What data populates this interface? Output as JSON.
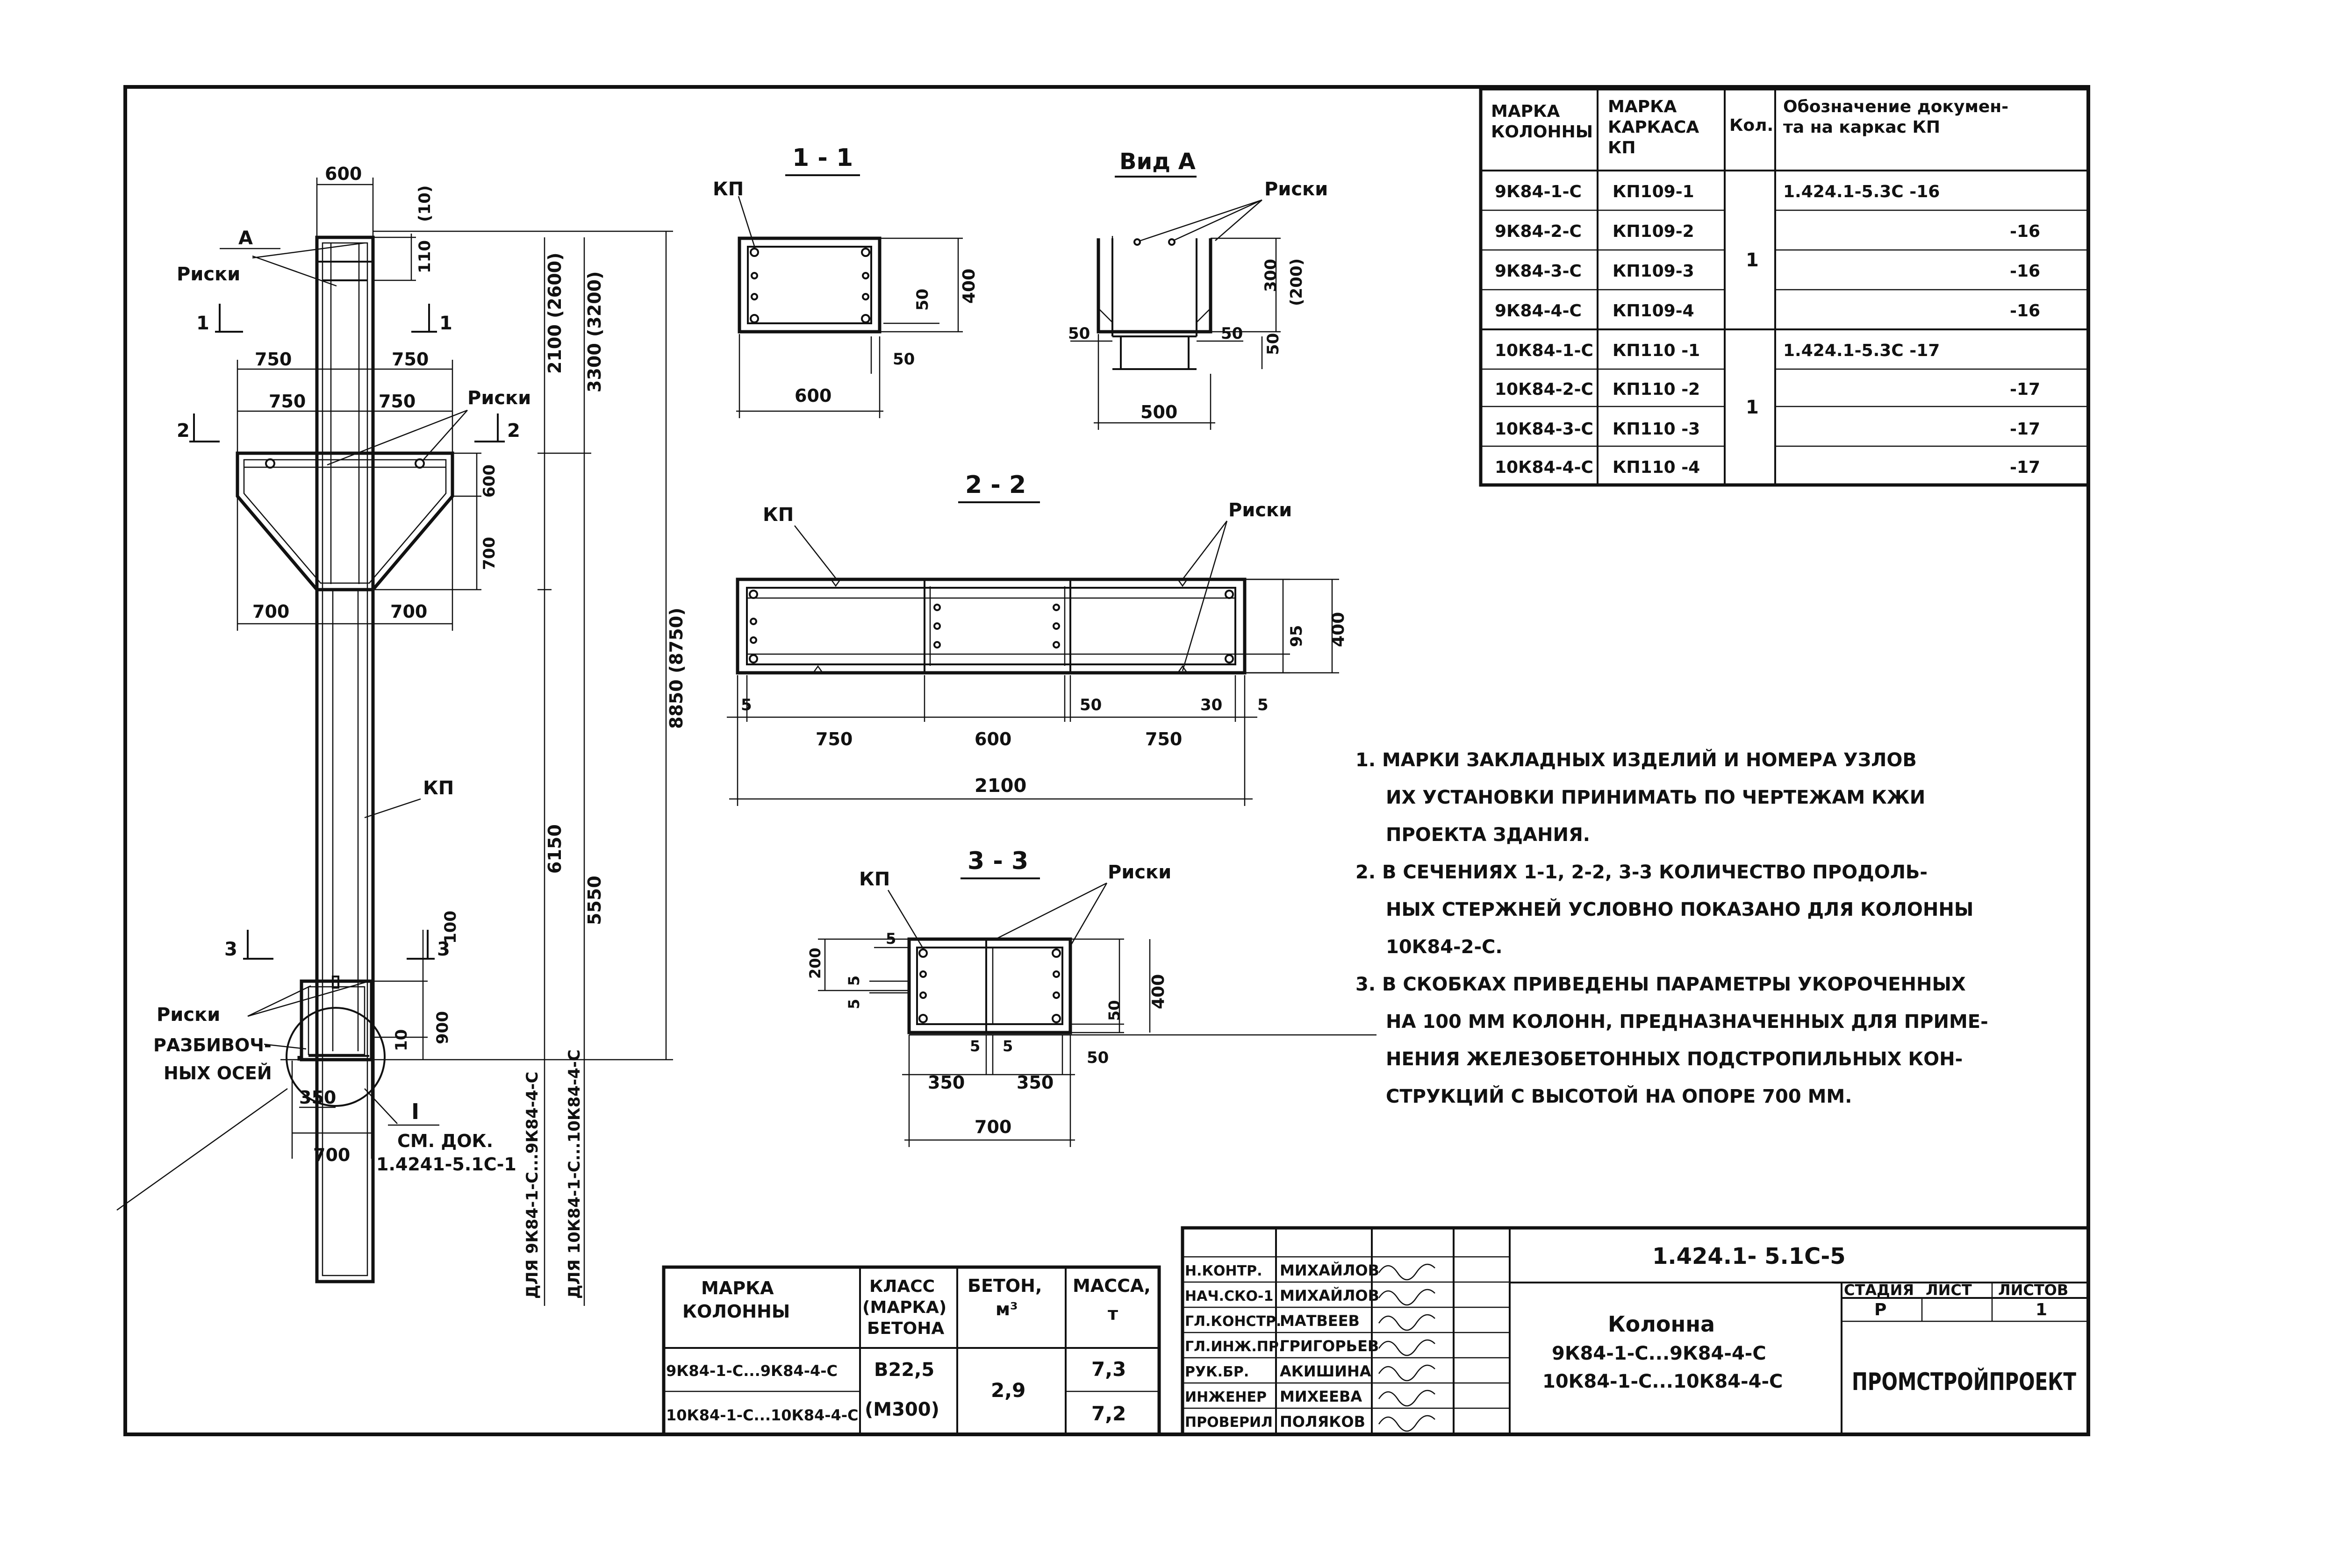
{
  "frame": {},
  "column": {
    "labels": {
      "a": "А",
      "riski": "Риски",
      "sec1": "1",
      "sec2": "2",
      "sec3": "3",
      "kp": "КП",
      "razbivochnyh_1": "РАЗБИВОЧ-",
      "razbivochnyh_2": "НЫХ ОСЕЙ",
      "node": "I",
      "see_doc_1": "СМ. ДОК.",
      "see_doc_2": "1.4241-5.1С-1",
      "for_9": "ДЛЯ 9К84-1-С...9К84-4-С",
      "for_10": "ДЛЯ 10К84-1-С...10К84-4-С"
    },
    "dims": {
      "top_width": "600",
      "d110": "110",
      "d10": "(10)",
      "d750a": "750",
      "d750b": "750",
      "d750c": "750",
      "d750d": "750",
      "d600": "600",
      "d700v": "700",
      "d700a": "700",
      "d700b": "700",
      "h2100": "2100 (2600)",
      "h3300": "3300 (3200)",
      "h6150": "6150",
      "h5550": "5550",
      "h8850": "8850 (8750)",
      "d100": "100",
      "d900": "900",
      "d10b": "10",
      "d350": "350",
      "d700bot": "700"
    }
  },
  "section_1_1": {
    "title": "1 - 1",
    "kp": "КП",
    "d400": "400",
    "d50a": "50",
    "d50b": "50",
    "d600": "600"
  },
  "view_a": {
    "title": "Вид А",
    "riski": "Риски",
    "d300": "300",
    "d200": "(200)",
    "d50a": "50",
    "d50b": "50",
    "d50c": "50",
    "d500": "500"
  },
  "section_2_2": {
    "title": "2 - 2",
    "kp": "КП",
    "riski": "Риски",
    "d95": "95",
    "d400": "400",
    "d5a": "5",
    "d750a": "750",
    "d600": "600",
    "d50": "50",
    "d30": "30",
    "d5b": "5",
    "d750b": "750",
    "d2100": "2100"
  },
  "section_3_3": {
    "title": "3 - 3",
    "kp": "КП",
    "riski": "Риски",
    "d200": "200",
    "d5a": "5",
    "d5b": "5",
    "d5c": "5",
    "d5d": "5",
    "d5e": "5",
    "d50a": "50",
    "d50b": "50",
    "d400": "400",
    "d350a": "350",
    "d350b": "350",
    "d700": "700"
  },
  "cage_table": {
    "headers": [
      "МАРКА КОЛОННЫ",
      "МАРКА КАРКАСА КП",
      "Кол.",
      "Обозначение докумен- та на каркас КП"
    ],
    "header_lines": [
      [
        "МАРКА",
        "КОЛОННЫ"
      ],
      [
        "МАРКА",
        "КАРКАСА",
        "КП"
      ],
      [
        "Кол."
      ],
      [
        "Обозначение докумен-",
        "та на каркас КП"
      ]
    ],
    "rows": [
      [
        "9К84-1-С",
        "КП109-1",
        "",
        "1.424.1-5.3С -16"
      ],
      [
        "9К84-2-С",
        "КП109-2",
        "",
        "-16"
      ],
      [
        "9К84-3-С",
        "КП109-3",
        "",
        "-16"
      ],
      [
        "9К84-4-С",
        "КП109-4",
        "",
        "-16"
      ],
      [
        "10К84-1-С",
        "КП110 -1",
        "",
        "1.424.1-5.3С -17"
      ],
      [
        "10К84-2-С",
        "КП110 -2",
        "",
        "-17"
      ],
      [
        "10К84-3-С",
        "КП110 -3",
        "",
        "-17"
      ],
      [
        "10К84-4-С",
        "КП110 -4",
        "",
        "-17"
      ]
    ],
    "qty_group_1": "1",
    "qty_group_2": "1"
  },
  "notes": [
    [
      "1. МАРКИ ЗАКЛАДНЫХ ИЗДЕЛИЙ И НОМЕРА УЗЛОВ",
      "ИХ УСТАНОВКИ ПРИНИМАТЬ ПО ЧЕРТЕЖАМ КЖИ",
      "ПРОЕКТА ЗДАНИЯ."
    ],
    [
      "2. В СЕЧЕНИЯХ 1-1, 2-2, 3-3 КОЛИЧЕСТВО ПРОДОЛЬ-",
      "НЫХ СТЕРЖНЕЙ УСЛОВНО ПОКАЗАНО ДЛЯ КОЛОННЫ",
      "10К84-2-С."
    ],
    [
      "3. В СКОБКАХ ПРИВЕДЕНЫ ПАРАМЕТРЫ УКОРОЧЕННЫХ",
      "НА 100 ММ КОЛОНН, ПРЕДНАЗНАЧЕННЫХ ДЛЯ ПРИМЕ-",
      "НЕНИЯ ЖЕЛЕЗОБЕТОННЫХ ПОДСТРОПИЛЬНЫХ КОН-",
      "СТРУКЦИЙ С ВЫСОТОЙ НА ОПОРЕ 700 ММ."
    ]
  ],
  "concrete_table": {
    "h1": [
      "МАРКА",
      "КОЛОННЫ"
    ],
    "h2": [
      "КЛАСС",
      "(МАРКА)",
      "БЕТОНА"
    ],
    "h3": [
      "БЕТОН,",
      "м³"
    ],
    "h4": [
      "МАССА,",
      "т"
    ],
    "r1c1": "9К84-1-С...9К84-4-С",
    "r2c1": "10К84-1-С...10К84-4-С",
    "class": "В22,5",
    "mark": "(М300)",
    "volume": "2,9",
    "mass1": "7,3",
    "mass2": "7,2"
  },
  "title_block": {
    "doc_code": "1.424.1- 5.1С-5",
    "roles": [
      [
        "Н.КОНТР.",
        "МИХАЙЛОВ"
      ],
      [
        "НАЧ.СКО-1",
        "МИХАЙЛОВ"
      ],
      [
        "ГЛ.КОНСТР.",
        "МАТВЕЕВ"
      ],
      [
        "ГЛ.ИНЖ.ПР.",
        "ГРИГОРЬЕВ"
      ],
      [
        "РУК.БР.",
        "АКИШИНА"
      ],
      [
        "ИНЖЕНЕР",
        "МИХЕЕВА"
      ],
      [
        "ПРОВЕРИЛ",
        "ПОЛЯКОВ"
      ]
    ],
    "name_1": "Колонна",
    "name_2": "9К84-1-С...9К84-4-С",
    "name_3": "10К84-1-С...10К84-4-С",
    "stage_label": "СТАДИЯ",
    "sheet_label": "ЛИСТ",
    "sheets_label": "ЛИСТОВ",
    "stage": "Р",
    "sheet": "",
    "sheets": "1",
    "company": "ПРОМСТРОЙПРОЕКТ"
  }
}
